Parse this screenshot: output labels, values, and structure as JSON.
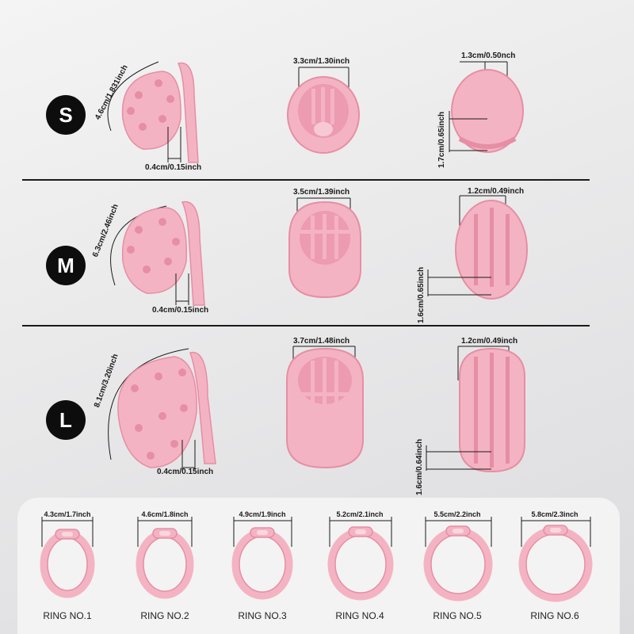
{
  "sizes": [
    {
      "badge": "S",
      "length": "4.6cm/1.831inch",
      "gap": "0.4cm/0.15inch",
      "width": "3.3cm/1.30inch",
      "top": "1.3cm/0.50nch",
      "side": "1.7cm/0.65inch"
    },
    {
      "badge": "M",
      "length": "6.3cm/2.46inch",
      "gap": "0.4cm/0.15inch",
      "width": "3.5cm/1.39inch",
      "top": "1.2cm/0.49inch",
      "side": "1.6cm/0.65inch"
    },
    {
      "badge": "L",
      "length": "8.1cm/3.20inch",
      "gap": "0.4cm/0.15inch",
      "width": "3.7cm/1.48inch",
      "top": "1.2cm/0.49inch",
      "side": "1.6cm/0.64inch"
    }
  ],
  "rings": [
    {
      "size": "4.3cm/1.7inch",
      "label": "RING NO.1"
    },
    {
      "size": "4.6cm/1.8inch",
      "label": "RING NO.2"
    },
    {
      "size": "4.9cm/1.9inch",
      "label": "RING NO.3"
    },
    {
      "size": "5.2cm/2.1inch",
      "label": "RING NO.4"
    },
    {
      "size": "5.5cm/2.2inch",
      "label": "RING NO.5"
    },
    {
      "size": "5.8cm/2.3inch",
      "label": "RING NO.6"
    }
  ],
  "colors": {
    "product": "#f4b3c2",
    "product_dark": "#e68ea5",
    "ink": "#1a1a1a"
  }
}
